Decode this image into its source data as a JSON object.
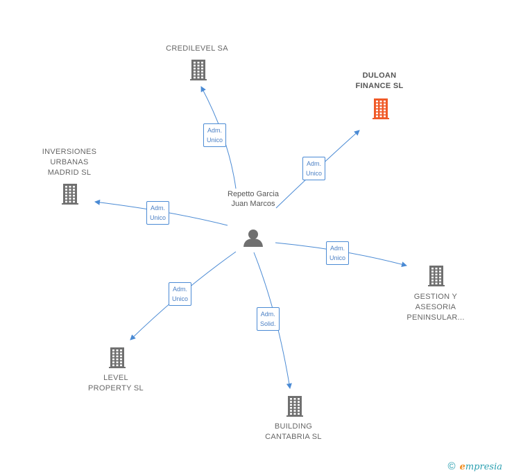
{
  "person": {
    "name": "Repetto\nGarcia Juan\nMarcos",
    "icon": "person-icon"
  },
  "companies": [
    {
      "key": "credilevel",
      "name": "CREDILEVEL SA",
      "highlight": false,
      "relation": "Adm.\nUnico"
    },
    {
      "key": "duloan",
      "name": "DULOAN\nFINANCE  SL",
      "highlight": true,
      "relation": "Adm.\nUnico"
    },
    {
      "key": "inversiones",
      "name": "INVERSIONES\nURBANAS\nMADRID SL",
      "highlight": false,
      "relation": "Adm.\nUnico"
    },
    {
      "key": "gestion",
      "name": "GESTION Y\nASESORIA\nPENINSULAR...",
      "highlight": false,
      "relation": "Adm.\nUnico"
    },
    {
      "key": "level",
      "name": "LEVEL\nPROPERTY SL",
      "highlight": false,
      "relation": "Adm.\nUnico"
    },
    {
      "key": "building",
      "name": "BUILDING\nCANTABRIA SL",
      "highlight": false,
      "relation": "Adm.\nSolid."
    }
  ],
  "colors": {
    "building": "#707070",
    "building_highlight": "#f05a28",
    "edge": "#4a8ad4",
    "person": "#707070"
  },
  "footer": {
    "copyright_symbol": "©",
    "brand_e": "e",
    "brand_rest": "mpresia"
  }
}
